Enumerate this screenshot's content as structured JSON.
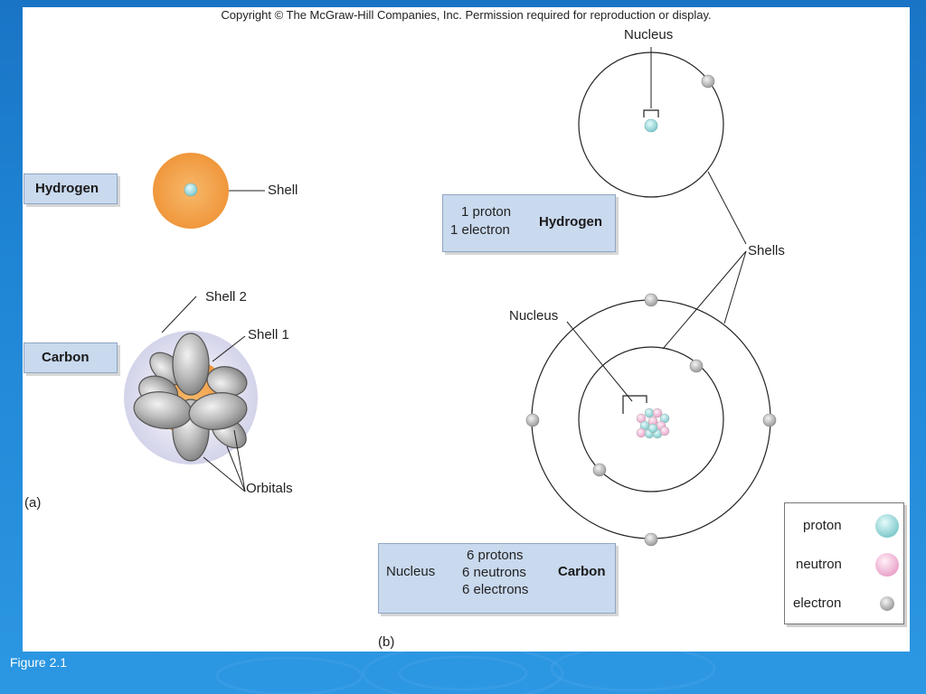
{
  "copyright": "Copyright © The McGraw-Hill Companies, Inc. Permission required for reproduction or display.",
  "panel_a": {
    "panel_label": "(a)",
    "hydrogen_label": "Hydrogen",
    "hydrogen_shell_label": "Shell",
    "carbon_label": "Carbon",
    "shell2_label": "Shell 2",
    "shell1_label": "Shell 1",
    "orbitals_label": "Orbitals"
  },
  "panel_b": {
    "panel_label": "(b)",
    "hydrogen_nucleus_label": "Nucleus",
    "shells_label": "Shells",
    "carbon_nucleus_label": "Nucleus",
    "hydrogen_box": {
      "lines": [
        "1 proton",
        "1 electron"
      ],
      "element": "Hydrogen"
    },
    "carbon_box": {
      "prefix": "Nucleus",
      "lines": [
        "6 protons",
        "6 neutrons",
        "6 electrons"
      ],
      "element": "Carbon"
    }
  },
  "legend": {
    "items": [
      {
        "label": "proton",
        "icon": "proton-sphere-icon"
      },
      {
        "label": "neutron",
        "icon": "neutron-sphere-icon"
      },
      {
        "label": "electron",
        "icon": "electron-sphere-icon"
      }
    ]
  },
  "colors": {
    "slide_background": "#1f86d6",
    "plate_fill": "#c9d9ee",
    "shell_orange": "#f2a14a",
    "proton": "#8fd3d6",
    "neutron": "#f3b6d6",
    "electron": "#b9b9b9"
  },
  "figure_caption": "Figure 2.1"
}
